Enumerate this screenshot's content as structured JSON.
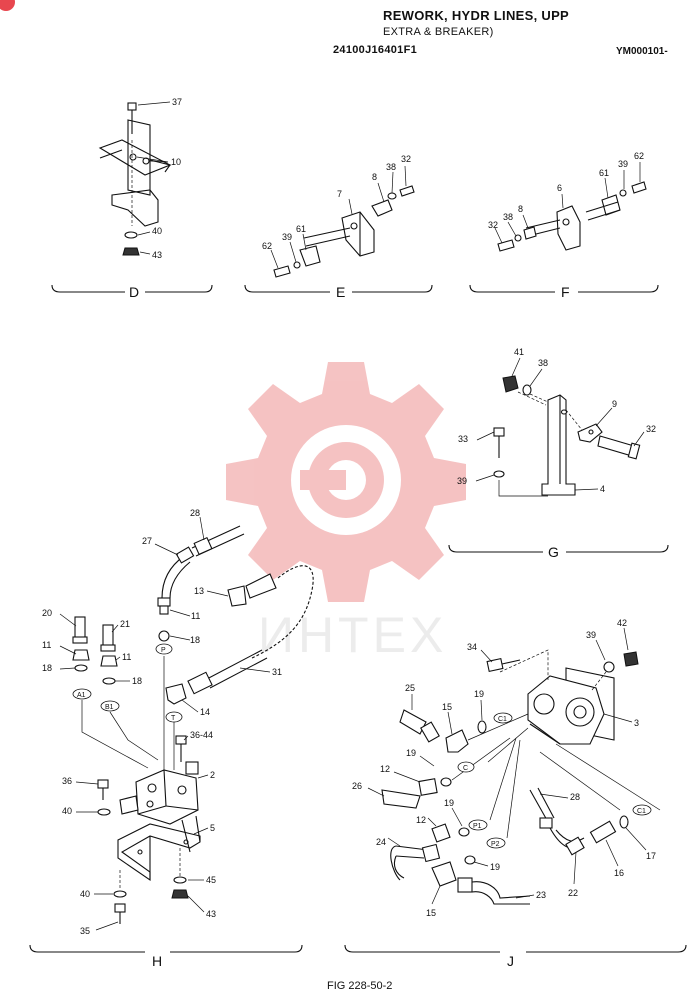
{
  "header": {
    "title": "REWORK, HYDR LINES, UPP",
    "subtitle": "EXTRA & BREAKER)",
    "part_number": "24100J16401F1",
    "model_code": "YM000101-"
  },
  "footer": {
    "figure_ref": "FIG 228-50-2"
  },
  "watermark": {
    "text": "ИНТЕХ",
    "color": "#f4bcbc"
  },
  "sections": [
    "D",
    "E",
    "F",
    "G",
    "H",
    "J"
  ],
  "port_markers": [
    "P",
    "T",
    "A1",
    "B1",
    "C1",
    "C",
    "P1",
    "P2",
    "C1"
  ],
  "callouts": {
    "D": [
      "37",
      "10",
      "40",
      "43"
    ],
    "E": [
      "32",
      "38",
      "8",
      "7",
      "61",
      "39",
      "62"
    ],
    "F": [
      "62",
      "39",
      "61",
      "6",
      "8",
      "38",
      "32"
    ],
    "G": [
      "41",
      "38",
      "9",
      "32",
      "33",
      "39",
      "4"
    ],
    "H": [
      "28",
      "27",
      "13",
      "11",
      "20",
      "21",
      "18",
      "11",
      "18",
      "11",
      "18",
      "31",
      "14",
      "36-44",
      "2",
      "36",
      "40",
      "5",
      "40",
      "45",
      "35",
      "43"
    ],
    "J": [
      "34",
      "39",
      "42",
      "3",
      "25",
      "15",
      "19",
      "19",
      "12",
      "26",
      "19",
      "28",
      "12",
      "24",
      "19",
      "22",
      "16",
      "17",
      "15",
      "23"
    ]
  }
}
